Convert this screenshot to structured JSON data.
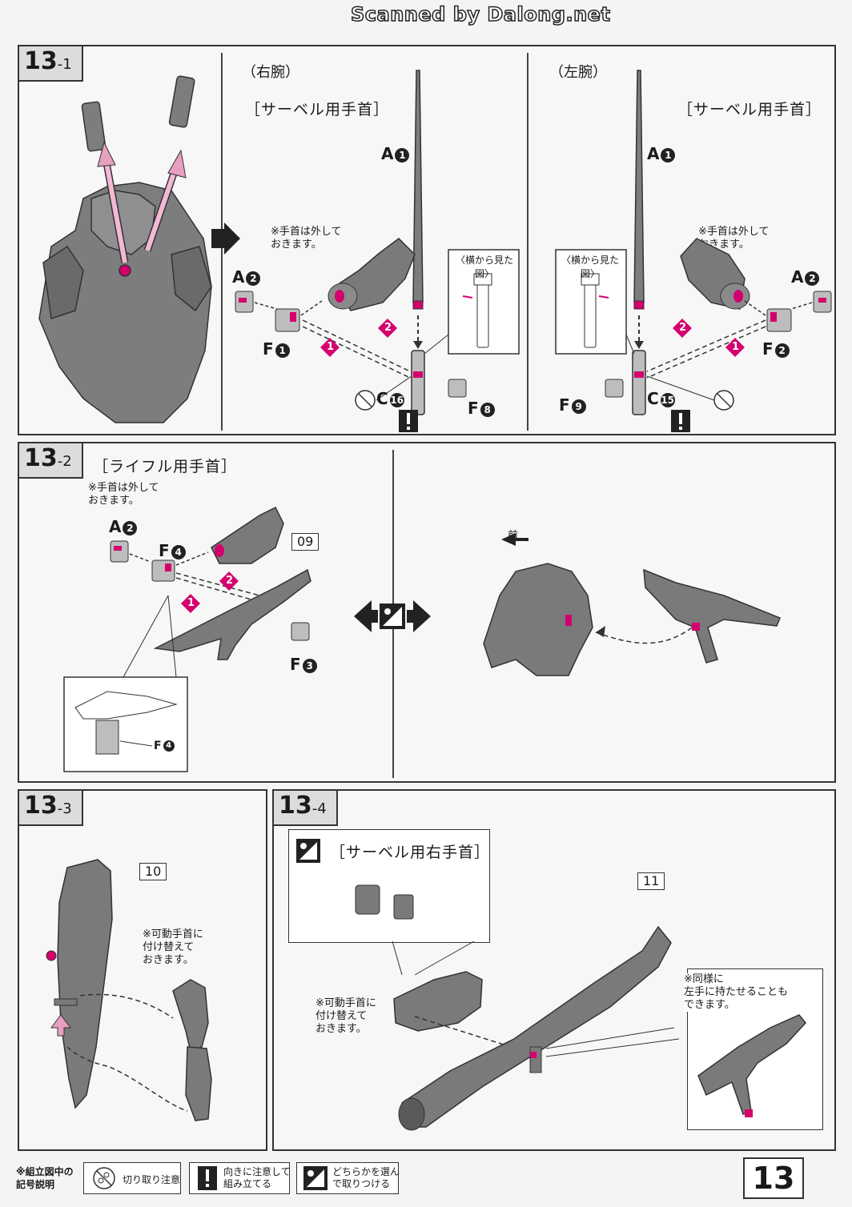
{
  "header": {
    "watermark": "Scanned by Dalong.net"
  },
  "steps": {
    "s1": {
      "label": "13",
      "sub": "1",
      "right": {
        "title": "（右腕）",
        "bracket": "［サーベル用手首］",
        "note": "※手首は外して\nおきます。",
        "side_caption": "〈横から見た図〉",
        "parts": {
          "a1": "A",
          "a1_n": "1",
          "a2": "A",
          "a2_n": "2",
          "f1": "F",
          "f1_n": "1",
          "c16": "C",
          "c16_n": "16",
          "f8": "F",
          "f8_n": "8"
        },
        "order": [
          "1",
          "2"
        ]
      },
      "left": {
        "title": "（左腕）",
        "bracket": "［サーベル用手首］",
        "note": "※手首は外して\nおきます。",
        "side_caption": "〈横から見た図〉",
        "parts": {
          "a1": "A",
          "a1_n": "1",
          "a2": "A",
          "a2_n": "2",
          "f2": "F",
          "f2_n": "2",
          "c15": "C",
          "c15_n": "15",
          "f9": "F",
          "f9_n": "9"
        },
        "order": [
          "1",
          "2"
        ]
      }
    },
    "s2": {
      "label": "13",
      "sub": "2",
      "bracket": "［ライフル用手首］",
      "note": "※手首は外して\nおきます。",
      "parts": {
        "a2": "A",
        "a2_n": "2",
        "f4": "F",
        "f4_n": "4",
        "f3": "F",
        "f3_n": "3",
        "f4b": "F",
        "f4b_n": "4"
      },
      "box": "09",
      "front": "前",
      "order": [
        "1",
        "2"
      ]
    },
    "s3": {
      "label": "13",
      "sub": "3",
      "box": "10",
      "note": "※可動手首に\n付け替えて\nおきます。"
    },
    "s4": {
      "label": "13",
      "sub": "4",
      "bracket": "［サーベル用右手首］",
      "box": "11",
      "note": "※可動手首に\n付け替えて\nおきます。",
      "note2": "※同様に\n左手に持たせることも\nできます。"
    }
  },
  "legend": {
    "title": "※組立図中の\n記号説明",
    "items": [
      {
        "icon": "scissors-cut-icon",
        "text": "切り取り注意"
      },
      {
        "icon": "exclamation-icon",
        "text": "向きに注意して\n組み立てる"
      },
      {
        "icon": "choice-icon",
        "text": "どちらかを選ん\nで取りつける"
      }
    ]
  },
  "page_number": "13",
  "colors": {
    "accent": "#d4006e",
    "gray_part": "#7a7a7a",
    "arrow_pink": "#e8a0c0"
  }
}
